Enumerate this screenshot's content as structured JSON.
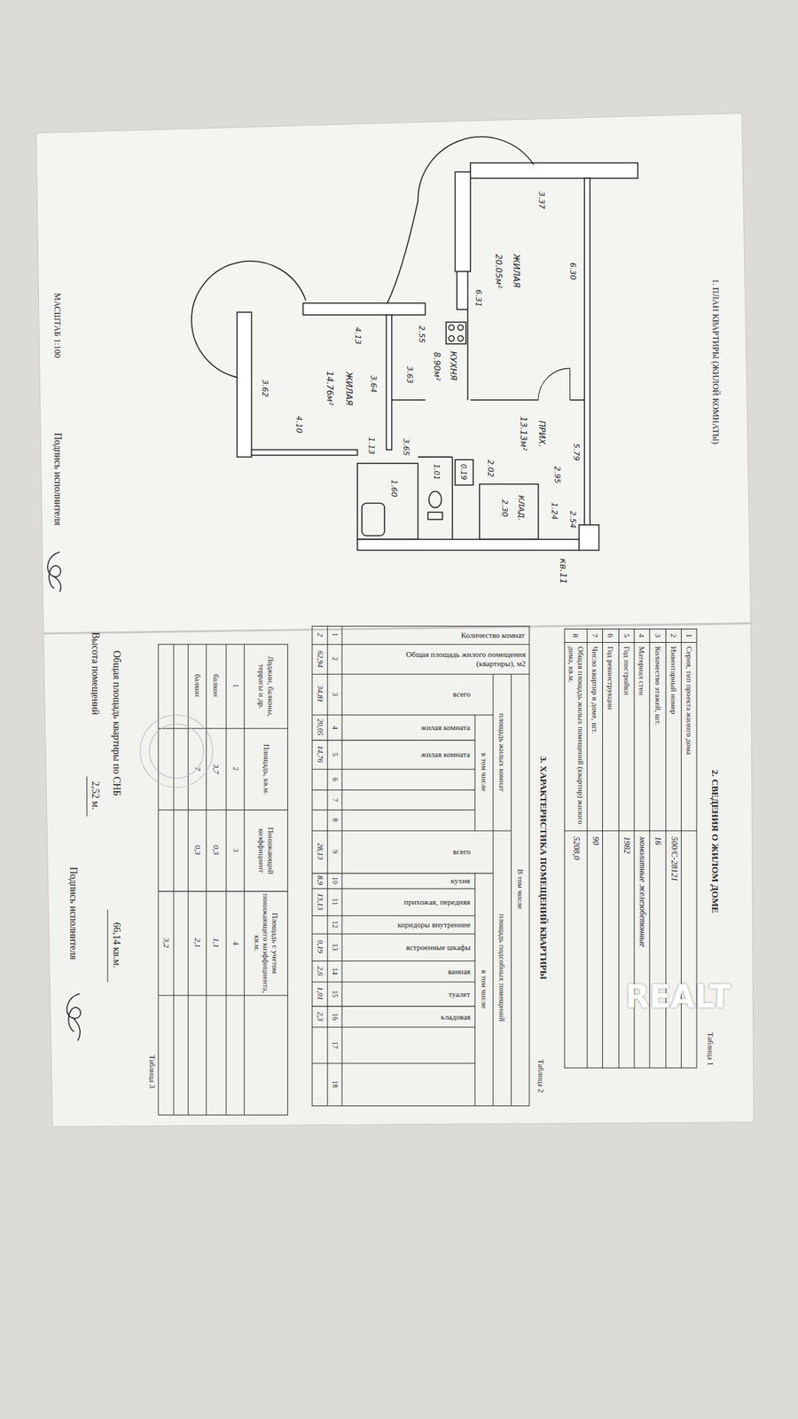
{
  "diagram": {
    "labels": [
      "1. ПЛАН КВАРТИРЫ (ЖИЛОЙ КОМНАТЫ)",
      "МАСШТАБ 1:100",
      "Подпись исполнителя",
      "кв.11",
      "3.37",
      "6.30",
      "ЖИЛАЯ",
      "20.05м²",
      "6.31",
      "КУХНЯ",
      "8.90м²",
      "2.55",
      "3.63",
      "3.64",
      "4.13",
      "ЖИЛАЯ",
      "14.76м²",
      "3.62",
      "4.10",
      "ПРИХ.",
      "13.13м²",
      "5.79",
      "2.95",
      "1.24",
      "2.54",
      "КЛАД.",
      "2.30",
      "2.02",
      "0.19",
      "1.01",
      "3.65",
      "1.13",
      "1.60",
      "2. СВЕДЕНИЯ О ЖИЛОМ ДОМЕ",
      "Таблица 1",
      "1",
      "Серия, тип проекта жилого дома",
      "2",
      "Инвентарный номер",
      "500/С-28121",
      "3",
      "Количество этажей, шт.",
      "16",
      "4",
      "Материал стен",
      "монолитные железобетонные",
      "5",
      "Год постройки",
      "1982",
      "6",
      "Год реконструкции",
      "7",
      "Число квартир в доме, шт.",
      "90",
      "8",
      "Общая площадь жилых помещений (квартир) жилого дома, кв.м.",
      "5208,0",
      "3. ХАРАКТЕРИСТИКА ПОМЕЩЕНИЙ КВАРТИРЫ",
      "Таблица 2",
      "Количество комнат",
      "Общая площадь жилого помещения (квартиры), м2",
      "В том числе",
      "площадь жилых комнат",
      "площадь подсобных помещений",
      "в том числе",
      "в том числе",
      "всего",
      "жилая комната",
      "жилая комната",
      "всего",
      "кухня",
      "прихожая, передняя",
      "коридоры внутренние",
      "встроенные шкафы",
      "ванная",
      "туалет",
      "кладовая",
      "1",
      "2",
      "3",
      "4",
      "5",
      "6",
      "7",
      "8",
      "9",
      "10",
      "11",
      "12",
      "13",
      "14",
      "15",
      "16",
      "17",
      "18",
      "2",
      "62,94",
      "34,81",
      "20,05",
      "14,76",
      "28,13",
      "8,9",
      "13,13",
      "0,19",
      "2,6",
      "1,01",
      "2,3",
      "Таблица 3",
      "Лоджии, балконы, террасы и др.",
      "Площадь, кв.м.",
      "Понижающий коэффициент",
      "Площадь с учетом понижающего коэффициента, кв.м.",
      "1",
      "2",
      "3",
      "4",
      "балкон",
      "3,7",
      "0,3",
      "1,1",
      "балкон",
      "7",
      "0,3",
      "2,1",
      "3,2",
      "Общая площадь квартиры по СНБ",
      "66,14 кв.м.",
      "Высота помещений",
      "2,52 м.",
      "Подпись исполнителя",
      "REALT"
    ]
  }
}
